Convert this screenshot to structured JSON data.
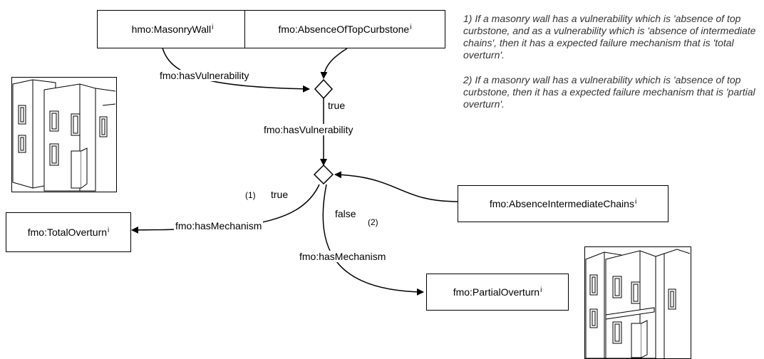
{
  "nodes": {
    "masonry_wall": {
      "label": "hmo:MasonryWall",
      "sup": "i"
    },
    "absence_top_curbstone": {
      "label": "fmo:AbsenceOfTopCurbstone",
      "sup": "i"
    },
    "absence_intermediate_chains": {
      "label": "fmo:AbsenceIntermediateChains",
      "sup": "i"
    },
    "total_overturn": {
      "label": "fmo:TotalOverturn",
      "sup": "i"
    },
    "partial_overturn": {
      "label": "fmo:PartialOverturn",
      "sup": "i"
    }
  },
  "edges": {
    "has_vulnerability_1": "fmo:hasVulnerability",
    "has_vulnerability_2": "fmo:hasVulnerability",
    "has_mechanism_1": "fmo:hasMechanism",
    "has_mechanism_2": "fmo:hasMechanism",
    "true_1": "true",
    "true_2": "true",
    "false_1": "false",
    "marker_1": "(1)",
    "marker_2": "(2)"
  },
  "rules": [
    "1) If a masonry wall has a vulnerability which is 'absence of top curbstone, and as a vulnerability which is 'absence of intermediate chains', then it has a expected failure mechanism that is 'total overturn'.",
    "2) If a masonry wall has a vulnerability which is 'absence of top curbstone, then it has a expected failure mechanism that is 'partial overturn'."
  ]
}
